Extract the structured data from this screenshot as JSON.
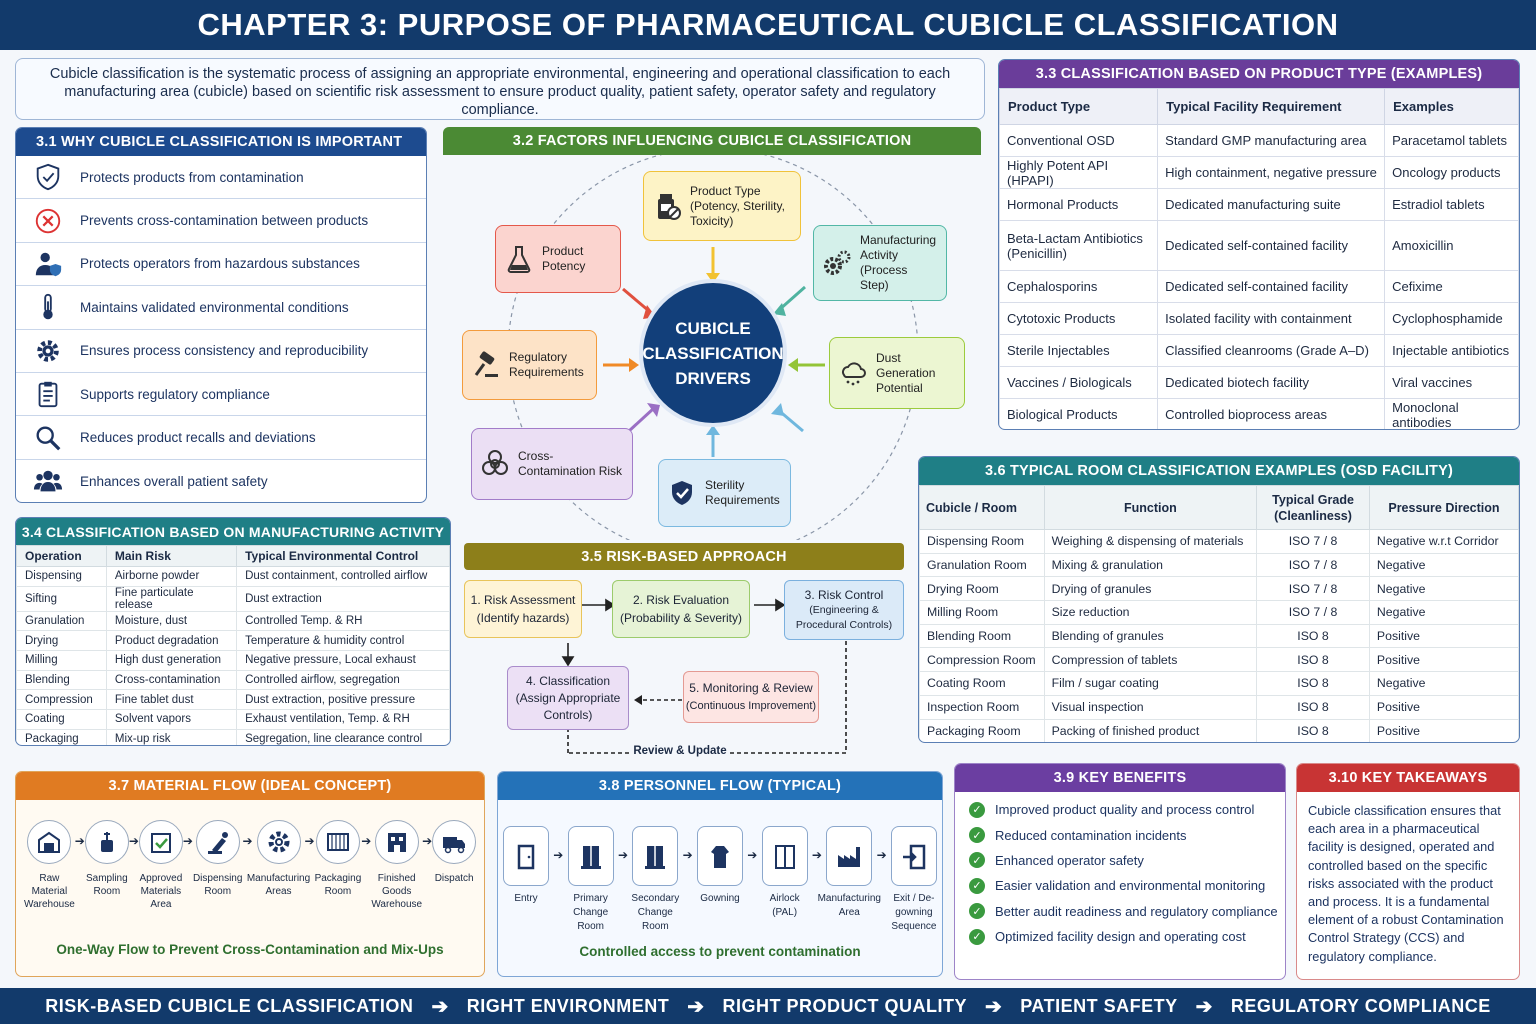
{
  "title": "CHAPTER 3: PURPOSE OF PHARMACEUTICAL CUBICLE CLASSIFICATION",
  "intro": "Cubicle classification is the systematic process of assigning an appropriate environmental, engineering and operational classification to each manufacturing area (cubicle) based on scientific risk assessment to ensure product quality, patient safety, operator safety and regulatory compliance.",
  "s31": {
    "heading": "3.1 WHY CUBICLE CLASSIFICATION IS IMPORTANT",
    "items": [
      {
        "label": "Protects products from contamination",
        "icon": "shield-check-icon"
      },
      {
        "label": "Prevents cross-contamination between products",
        "icon": "x-circle-icon"
      },
      {
        "label": "Protects operators from hazardous substances",
        "icon": "operator-shield-icon"
      },
      {
        "label": "Maintains validated environmental conditions",
        "icon": "thermometer-icon"
      },
      {
        "label": "Ensures process consistency and reproducibility",
        "icon": "gear-icon"
      },
      {
        "label": "Supports regulatory compliance",
        "icon": "clipboard-icon"
      },
      {
        "label": "Reduces product recalls and deviations",
        "icon": "magnifier-icon"
      },
      {
        "label": "Enhances overall patient safety",
        "icon": "people-icon"
      }
    ]
  },
  "s32": {
    "heading": "3.2 FACTORS INFLUENCING CUBICLE CLASSIFICATION",
    "center": [
      "CUBICLE",
      "CLASSIFICATION",
      "DRIVERS"
    ],
    "factors": [
      {
        "label": "Product Type (Potency, Sterility, Toxicity)",
        "icon": "bottle-icon"
      },
      {
        "label": "Manufacturing Activity (Process Step)",
        "icon": "gears-icon"
      },
      {
        "label": "Dust Generation Potential",
        "icon": "dust-cloud-icon"
      },
      {
        "label": "Sterility Requirements",
        "icon": "shield-icon"
      },
      {
        "label": "Cross-Contamination Risk",
        "icon": "biohazard-icon"
      },
      {
        "label": "Regulatory Requirements",
        "icon": "gavel-icon"
      },
      {
        "label": "Product Potency",
        "icon": "flask-icon"
      }
    ],
    "colors": {
      "product_type": "#f7c948",
      "manufacturing": "#52b7a6",
      "dust": "#9ccb3d",
      "sterility": "#7bb9e0",
      "cross": "#a27cc9",
      "regulatory": "#f39b3c",
      "potency": "#e4584a"
    }
  },
  "s33": {
    "heading": "3.3 CLASSIFICATION BASED ON PRODUCT TYPE (EXAMPLES)",
    "columns": [
      "Product Type",
      "Typical Facility Requirement",
      "Examples"
    ],
    "rows": [
      [
        "Conventional OSD",
        "Standard GMP manufacturing area",
        "Paracetamol tablets"
      ],
      [
        "Highly Potent API (HPAPI)",
        "High containment, negative pressure",
        "Oncology products"
      ],
      [
        "Hormonal Products",
        "Dedicated manufacturing suite",
        "Estradiol tablets"
      ],
      [
        "Beta-Lactam Antibiotics (Penicillin)",
        "Dedicated self-contained facility",
        "Amoxicillin"
      ],
      [
        "Cephalosporins",
        "Dedicated self-contained facility",
        "Cefixime"
      ],
      [
        "Cytotoxic Products",
        "Isolated facility with containment",
        "Cyclophosphamide"
      ],
      [
        "Sterile Injectables",
        "Classified cleanrooms (Grade A–D)",
        "Injectable antibiotics"
      ],
      [
        "Vaccines / Biologicals",
        "Dedicated biotech facility",
        "Viral vaccines"
      ],
      [
        "Biological Products",
        "Controlled bioprocess areas",
        "Monoclonal antibodies"
      ]
    ]
  },
  "s34": {
    "heading": "3.4 CLASSIFICATION BASED ON MANUFACTURING ACTIVITY",
    "columns": [
      "Operation",
      "Main Risk",
      "Typical Environmental Control"
    ],
    "rows": [
      [
        "Dispensing",
        "Airborne powder",
        "Dust containment, controlled airflow"
      ],
      [
        "Sifting",
        "Fine particulate release",
        "Dust extraction"
      ],
      [
        "Granulation",
        "Moisture, dust",
        "Controlled Temp. & RH"
      ],
      [
        "Drying",
        "Product degradation",
        "Temperature & humidity control"
      ],
      [
        "Milling",
        "High dust generation",
        "Negative pressure, Local exhaust"
      ],
      [
        "Blending",
        "Cross-contamination",
        "Controlled airflow, segregation"
      ],
      [
        "Compression",
        "Fine tablet dust",
        "Dust extraction, positive pressure"
      ],
      [
        "Coating",
        "Solvent vapors",
        "Exhaust ventilation, Temp. & RH"
      ],
      [
        "Packaging",
        "Mix-up risk",
        "Segregation, line clearance control"
      ]
    ]
  },
  "s35": {
    "heading": "3.5 RISK-BASED APPROACH",
    "steps": [
      {
        "title": "1. Risk Assessment",
        "sub": "(Identify hazards)"
      },
      {
        "title": "2. Risk Evaluation",
        "sub": "(Probability & Severity)"
      },
      {
        "title": "3. Risk Control",
        "sub": "(Engineering & Procedural Controls)"
      },
      {
        "title": "4. Classification",
        "sub": "(Assign Appropriate Controls)"
      },
      {
        "title": "5. Monitoring & Review",
        "sub": "(Continuous Improvement)"
      }
    ],
    "loop_label": "Review & Update"
  },
  "s36": {
    "heading": "3.6 TYPICAL ROOM CLASSIFICATION EXAMPLES (OSD FACILITY)",
    "columns": [
      "Cubicle / Room",
      "Function",
      "Typical Grade (Cleanliness)",
      "Pressure Direction"
    ],
    "rows": [
      [
        "Dispensing Room",
        "Weighing & dispensing of materials",
        "ISO 7 / 8",
        "Negative w.r.t Corridor"
      ],
      [
        "Granulation Room",
        "Mixing & granulation",
        "ISO 7 / 8",
        "Negative"
      ],
      [
        "Drying Room",
        "Drying of granules",
        "ISO 7 / 8",
        "Negative"
      ],
      [
        "Milling Room",
        "Size reduction",
        "ISO 7 / 8",
        "Negative"
      ],
      [
        "Blending Room",
        "Blending of granules",
        "ISO 8",
        "Positive"
      ],
      [
        "Compression Room",
        "Compression of tablets",
        "ISO 8",
        "Positive"
      ],
      [
        "Coating Room",
        "Film / sugar coating",
        "ISO 8",
        "Negative"
      ],
      [
        "Inspection Room",
        "Visual inspection",
        "ISO 8",
        "Positive"
      ],
      [
        "Packaging Room",
        "Packing of finished product",
        "ISO 8",
        "Positive"
      ]
    ]
  },
  "s37": {
    "heading": "3.7 MATERIAL FLOW (IDEAL CONCEPT)",
    "steps": [
      {
        "label": "Raw Material Warehouse",
        "icon": "warehouse-icon"
      },
      {
        "label": "Sampling Room",
        "icon": "sampling-icon"
      },
      {
        "label": "Approved Materials Area",
        "icon": "approved-box-icon"
      },
      {
        "label": "Dispensing Room",
        "icon": "dispensing-icon"
      },
      {
        "label": "Manufacturing Areas",
        "icon": "gear-icon"
      },
      {
        "label": "Packaging Room",
        "icon": "packaging-icon"
      },
      {
        "label": "Finished Goods Warehouse",
        "icon": "building-icon"
      },
      {
        "label": "Dispatch",
        "icon": "truck-icon"
      }
    ],
    "footer": "One-Way Flow to Prevent Cross-Contamination and Mix-Ups"
  },
  "s38": {
    "heading": "3.8 PERSONNEL FLOW (TYPICAL)",
    "steps": [
      {
        "label": "Entry",
        "icon": "door-icon"
      },
      {
        "label": "Primary Change Room",
        "icon": "locker-icon"
      },
      {
        "label": "Secondary Change Room",
        "icon": "locker-icon"
      },
      {
        "label": "Gowning",
        "icon": "gown-icon"
      },
      {
        "label": "Airlock (PAL)",
        "icon": "airlock-icon"
      },
      {
        "label": "Manufacturing Area",
        "icon": "factory-icon"
      },
      {
        "label": "Exit / De-gowning Sequence",
        "icon": "exit-icon"
      }
    ],
    "footer": "Controlled access to prevent contamination"
  },
  "s39": {
    "heading": "3.9 KEY BENEFITS",
    "items": [
      "Improved product quality and process control",
      "Reduced contamination incidents",
      "Enhanced operator safety",
      "Easier validation and environmental monitoring",
      "Better audit readiness and regulatory compliance",
      "Optimized facility design and operating cost"
    ]
  },
  "s310": {
    "heading": "3.10 KEY TAKEAWAYS",
    "text": "Cubicle classification ensures that each area in a pharmaceutical facility is designed, operated and controlled based on the specific risks associated with the product and process. It is a fundamental element of a robust Contamination Control Strategy (CCS) and regulatory compliance."
  },
  "footer_chain": [
    "RISK-BASED CUBICLE CLASSIFICATION",
    "RIGHT ENVIRONMENT",
    "RIGHT PRODUCT QUALITY",
    "PATIENT SAFETY",
    "REGULATORY COMPLIANCE"
  ]
}
